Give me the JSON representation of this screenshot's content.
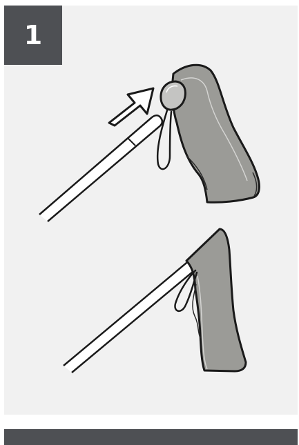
{
  "step": {
    "number": "1"
  },
  "colors": {
    "panel_bg": "#f1f1f1",
    "badge_bg": "#4e5054",
    "sock_fill": "#9b9b97",
    "sock_tip": "#c4c4c2",
    "outline": "#1a1a1a",
    "bottom_bar": "#4e5054"
  },
  "figures": [
    {
      "name": "top-figure",
      "depicts": [
        "stick",
        "arrow",
        "sock-cover",
        "hanging-loop"
      ]
    },
    {
      "name": "bottom-figure",
      "depicts": [
        "stick",
        "sock-cover",
        "hanging-loop"
      ]
    }
  ]
}
